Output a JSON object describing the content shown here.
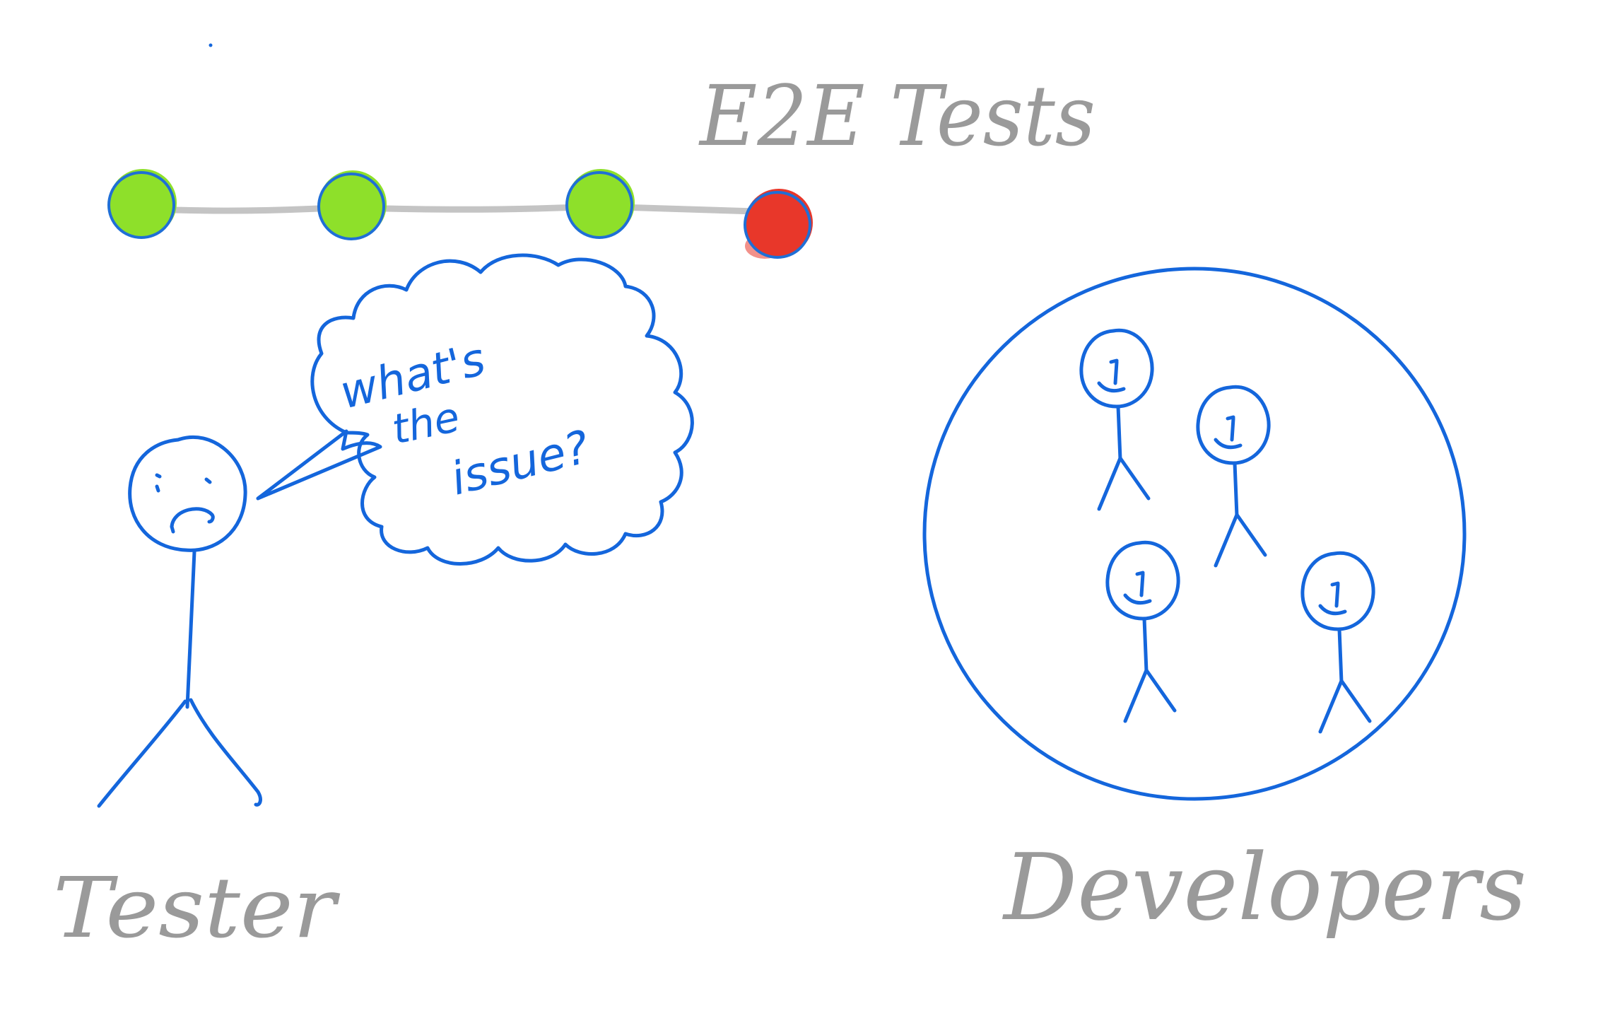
{
  "pipeline": {
    "label": "E2E Tests",
    "stages": [
      {
        "status": "passed",
        "color": "#8ee02a"
      },
      {
        "status": "passed",
        "color": "#8ee02a"
      },
      {
        "status": "passed",
        "color": "#8ee02a"
      },
      {
        "status": "failed",
        "color": "#e8372a"
      }
    ]
  },
  "tester": {
    "label": "Tester",
    "speech": [
      "what's",
      "the",
      "issue?"
    ]
  },
  "developers": {
    "label": "Developers"
  },
  "colors": {
    "ink": "#1466dc",
    "pencil": "#9a9a9a",
    "connector": "#c4c4c4",
    "stage_outline": "#1f6fd6"
  },
  "icons": [
    "sad-face-icon",
    "smiling-face-icon",
    "stick-figure-icon",
    "cloud-bubble-icon"
  ]
}
